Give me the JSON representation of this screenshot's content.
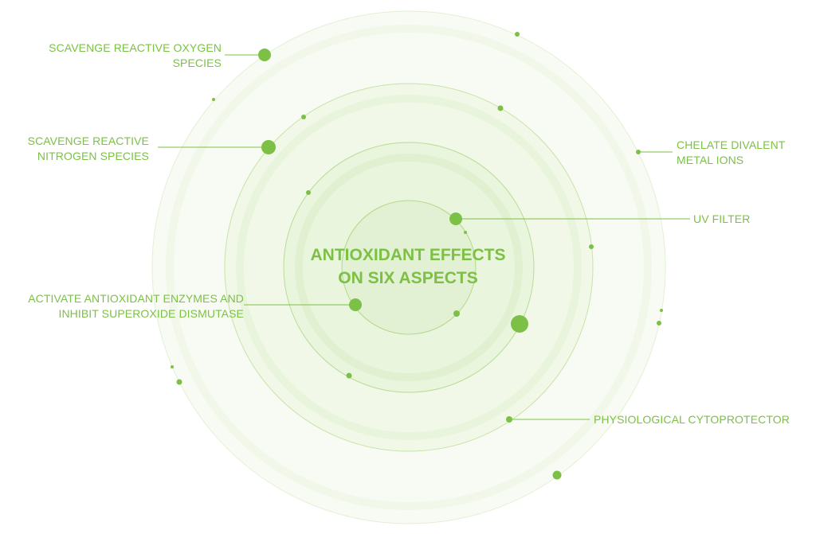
{
  "center": {
    "title_line1": "ANTIOXIDANT EFFECTS",
    "title_line2": "ON SIX ASPECTS"
  },
  "labels": {
    "ros": {
      "line1": "SCAVENGE REACTIVE OXYGEN",
      "line2": "SPECIES"
    },
    "rns": {
      "line1": "SCAVENGE REACTIVE",
      "line2": "NITROGEN SPECIES"
    },
    "enzymes": {
      "line1": "ACTIVATE ANTIOXIDANT ENZYMES AND",
      "line2": "INHIBIT SUPEROXIDE DISMUTASE"
    },
    "chelate": {
      "line1": "CHELATE DIVALENT",
      "line2": "METAL IONS"
    },
    "uv": {
      "line1": "UV FILTER"
    },
    "cyto": {
      "line1": "PHYSIOLOGICAL CYTOPROTECTOR"
    }
  },
  "colors": {
    "accent": "#7cc045",
    "ring_stroke": "#c7e3a8",
    "ring_fill": "#eef7e4"
  }
}
